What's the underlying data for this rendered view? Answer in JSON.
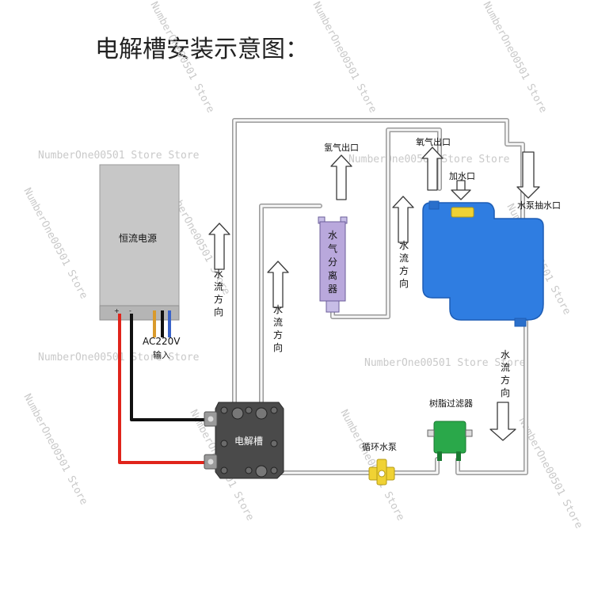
{
  "title": "电解槽安装示意图：",
  "watermark": "NumberOne00501 Store Store",
  "watermark_short": "NumberOne00501 Store",
  "power_supply": {
    "label": "恒流电源",
    "input_label": "AC220V",
    "input_sub": "输入",
    "terminals": [
      "+",
      "-"
    ]
  },
  "electrolyzer": {
    "label": "电解槽"
  },
  "separator": {
    "chars": [
      "水",
      "气",
      "分",
      "离",
      "器"
    ]
  },
  "tank": {
    "fill_label": "加水口",
    "suction_label": "水泵抽水口"
  },
  "pump": {
    "label": "循环水泵"
  },
  "filter": {
    "label": "树脂过滤器"
  },
  "outlets": {
    "hydrogen": "氢气出口",
    "oxygen": "氧气出口"
  },
  "flow_direction": [
    "水",
    "流",
    "方",
    "向"
  ],
  "colors": {
    "tank": "#2f7de1",
    "separator": "#b9a8dc",
    "filter": "#2aa84a",
    "pump": "#f0d234",
    "wire_positive": "#e0241b",
    "wire_negative": "#111111",
    "pipe": "#d9d9d9",
    "power_supply": "#c7c7c7"
  }
}
